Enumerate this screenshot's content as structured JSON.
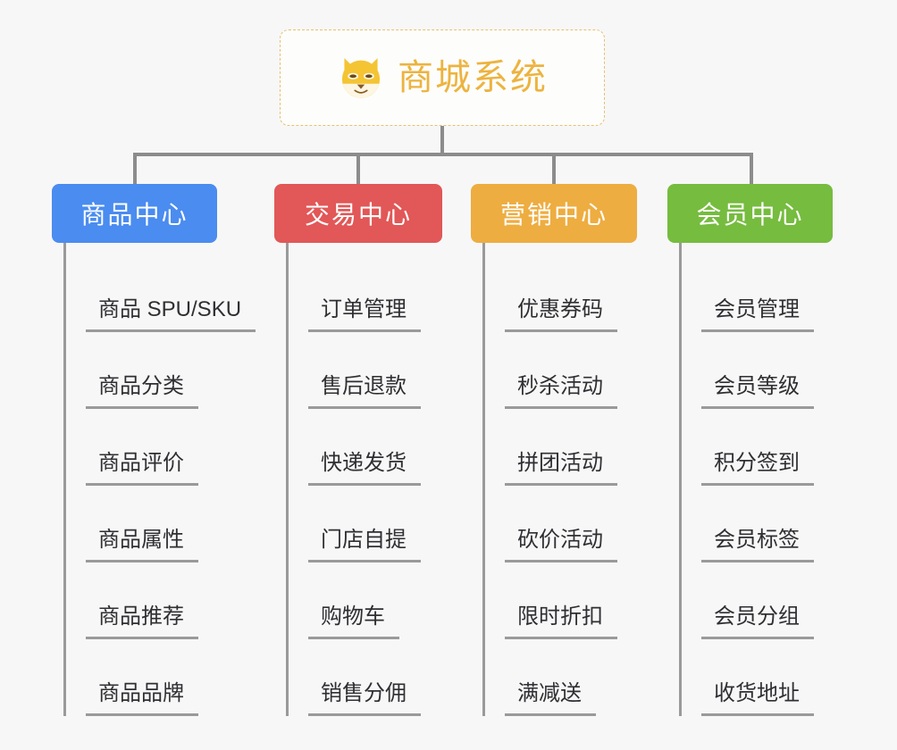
{
  "diagram": {
    "title": "商城系统",
    "type": "mindmap",
    "background_color": "#f7f7f7",
    "connector_color": "#8c8c8c",
    "root": {
      "label": "商城系统",
      "icon": "dog-face-emoji",
      "icon_glyph": "🐶",
      "text_color": "#edb33f",
      "border_color": "#e8bf72",
      "background_color": "#fdfdfb"
    },
    "branches": [
      {
        "label": "商品中心",
        "color": "#4a8cf0",
        "items": [
          "商品 SPU/SKU",
          "商品分类",
          "商品评价",
          "商品属性",
          "商品推荐",
          "商品品牌"
        ]
      },
      {
        "label": "交易中心",
        "color": "#e25757",
        "items": [
          "订单管理",
          "售后退款",
          "快递发货",
          "门店自提",
          "购物车",
          "销售分佣"
        ]
      },
      {
        "label": "营销中心",
        "color": "#eead40",
        "items": [
          "优惠券码",
          "秒杀活动",
          "拼团活动",
          "砍价活动",
          "限时折扣",
          "满减送"
        ]
      },
      {
        "label": "会员中心",
        "color": "#76bc3f",
        "items": [
          "会员管理",
          "会员等级",
          "积分签到",
          "会员标签",
          "会员分组",
          "收货地址"
        ]
      }
    ]
  }
}
